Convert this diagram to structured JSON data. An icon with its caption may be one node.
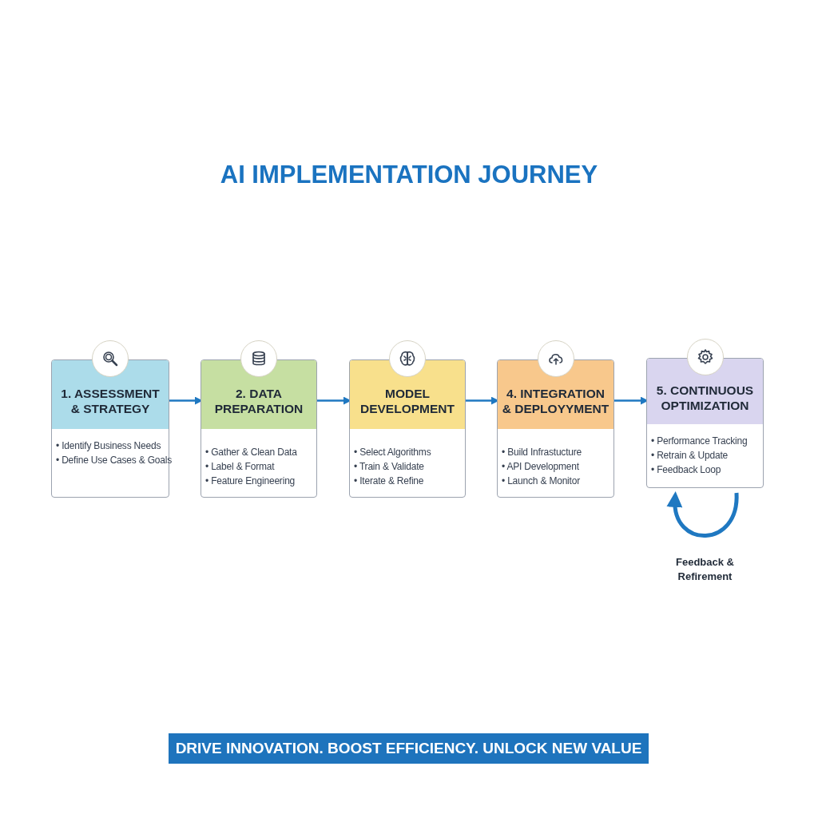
{
  "diagram": {
    "title": "AI IMPLEMENTATION JOURNEY",
    "nodes": [
      {
        "text": [
          "1. ASSESSMENT & STRATEGY",
          "• Identify Business Needs",
          "• Define Use Cases & Goals"
        ]
      },
      {
        "text": [
          "2. DATA PREPARATION",
          "• Gather & Clean Data",
          "• Label & Format",
          "• Feature Engineering"
        ]
      },
      {
        "text": [
          "MODEL DEVELOPMENT",
          "• Select Algorithms",
          "• Train & Validate",
          "• Iterate & Refine"
        ]
      },
      {
        "text": [
          "4. INTEGRATION & DEPLOYYMENT",
          "• Build Infrastucture",
          "• API Development",
          "• Launch & Monitor"
        ]
      },
      {
        "text": [
          "5. CONTINUOUS OPTIMIZATION",
          "• Performance Tracking",
          "• Retrain & Update",
          "• Feedback Loop"
        ]
      }
    ],
    "edges": [
      {
        "from": 0,
        "to": 1,
        "arrow": "to"
      },
      {
        "from": 1,
        "to": 2,
        "arrow": "to"
      },
      {
        "from": 2,
        "to": 3,
        "arrow": "to"
      },
      {
        "from": 3,
        "to": 4,
        "arrow": "to"
      },
      {
        "from": 4,
        "to": 4,
        "arrow": "to",
        "label": "Feedback & Refirement",
        "style": "thick"
      }
    ],
    "labels": [
      "DRIVE INNOVATION. BOOST EFFICIENCY. UNLOCK NEW VALUE"
    ]
  }
}
